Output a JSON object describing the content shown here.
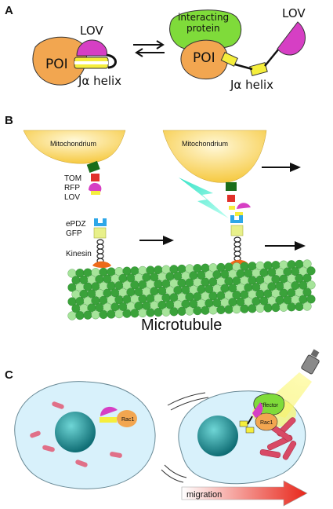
{
  "panels": {
    "a": {
      "letter": "A",
      "lov_left": "LOV",
      "poi_left": "POI",
      "ja_left": "Jα helix",
      "interacting": [
        "interacting",
        "protein"
      ],
      "lov_right": "LOV",
      "poi_right": "POI",
      "ja_right": "Jα helix"
    },
    "b": {
      "letter": "B",
      "mito_left": "Mitochondrium",
      "mito_right": "Mitochondrium",
      "tom": "TOM",
      "rfp": "RFP",
      "lov": "LOV",
      "epdz": "ePDZ",
      "gfp": "GFP",
      "kinesin": "Kinesin",
      "microtubule": "Microtubule"
    },
    "c": {
      "letter": "C",
      "rac1_left": "Rac1",
      "effector": "Effector",
      "rac1_right": "Rac1",
      "migration": "migration"
    }
  },
  "colors": {
    "poi": "#f2a650",
    "lov": "#d63fc4",
    "ja_yellow": "#f5ee3c",
    "interacting": "#7fdb3a",
    "mito": "#ffd86a",
    "tom": "#1a6d1a",
    "rfp": "#e0302a",
    "epdz": "#2ea7e8",
    "gfp": "#e8f08a",
    "kinesin": "#ee6a1a",
    "mt_dark": "#3aa23a",
    "mt_light": "#a6e49a",
    "cell": "#d8f1fb",
    "nucleus": "#1f8a8f",
    "bars": "#e05a72",
    "light_beam": "#2ee8c8"
  }
}
